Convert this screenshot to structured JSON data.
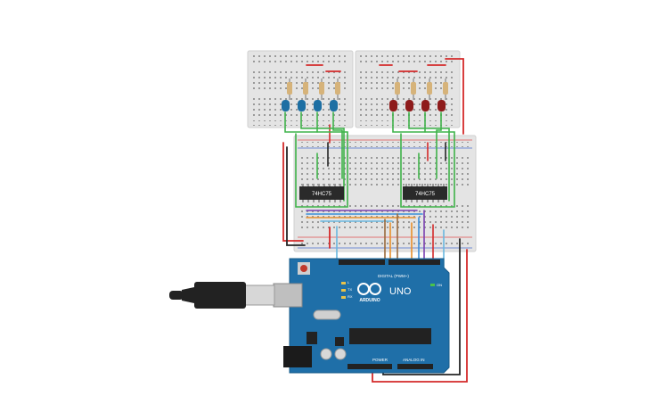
{
  "chips": {
    "left_label": "74HC75",
    "right_label": "74HC75"
  },
  "arduino": {
    "brand": "ARDUINO",
    "model": "UNO",
    "digital_label": "DIGITAL (PWM~)",
    "power_label": "POWER",
    "analog_label": "ANALOG IN",
    "tx_label": "TX",
    "rx_label": "RX",
    "l_label": "L",
    "on_label": "ON"
  },
  "colors": {
    "breadboard": "#e4e4e4",
    "board": "#1f6fa8",
    "led_blue": "#1d6fa3",
    "led_red": "#8e1b1b",
    "wire_red": "#d42a2a",
    "wire_black": "#262626",
    "wire_green": "#3fb34a",
    "wire_blue": "#3a8ed8",
    "wire_lightblue": "#69b8e0",
    "wire_orange": "#e8902c",
    "wire_brown": "#9a6a3c",
    "wire_purple": "#7a3fb0"
  },
  "icons": {
    "logo": "infinity-logo-icon",
    "usb": "usb-plug-icon"
  }
}
